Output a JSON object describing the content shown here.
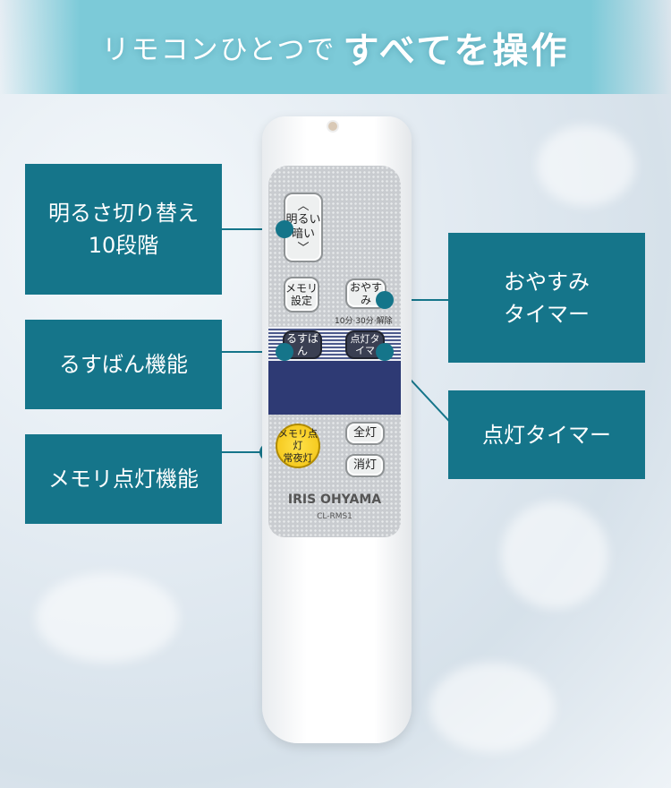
{
  "header": {
    "title_light": "リモコンひとつで",
    "title_bold": "すべてを操作"
  },
  "callouts": {
    "brightness": "明るさ切り替え\n10段階",
    "away": "るすばん機能",
    "memory": "メモリ点灯機能",
    "sleep": "おやすみ\nタイマー",
    "on_timer": "点灯タイマー"
  },
  "remote": {
    "brighter": "明るい",
    "darker": "暗い",
    "memory_set": "メモリ\n設定",
    "sleep": "おやすみ",
    "sleep_note": "10分·30分·解除",
    "away": "るすばん",
    "on_timer": "点灯タイマ",
    "memory_on": "メモリ点灯\n常夜灯",
    "all_on": "全灯",
    "off": "消灯",
    "brand": "IRIS OHYAMA",
    "model": "CL-RMS1"
  },
  "colors": {
    "accent": "#15758a",
    "header": "#7ccad8"
  }
}
